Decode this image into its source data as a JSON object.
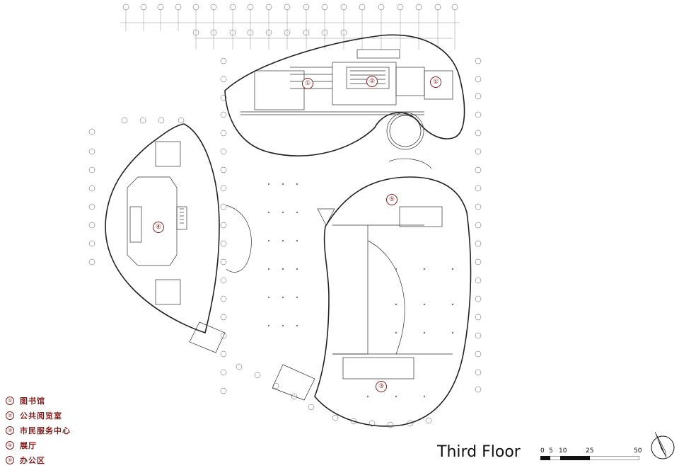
{
  "legend": {
    "items": [
      {
        "num": "①",
        "label": "图书馆"
      },
      {
        "num": "②",
        "label": "公共阅览室"
      },
      {
        "num": "③",
        "label": "市民服务中心"
      },
      {
        "num": "④",
        "label": "展厅"
      },
      {
        "num": "⑤",
        "label": "办公区"
      }
    ]
  },
  "title": "Third Floor",
  "scale": {
    "labels": [
      "0",
      "5",
      "10",
      "25",
      "50"
    ]
  },
  "room_tags": [
    {
      "num": "①"
    },
    {
      "num": "②"
    },
    {
      "num": "①"
    },
    {
      "num": "④"
    },
    {
      "num": "⑤"
    },
    {
      "num": "③"
    }
  ],
  "colors": {
    "tag": "#8b1a1a",
    "line": "#222222",
    "grid": "#555555"
  }
}
